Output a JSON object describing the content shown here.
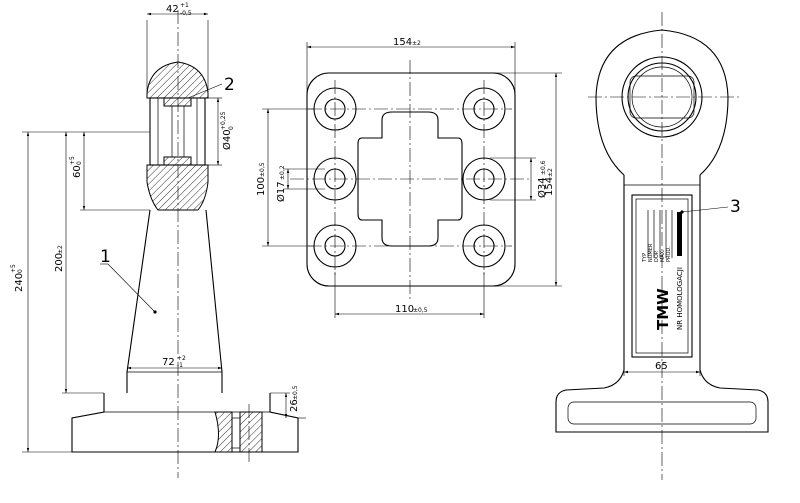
{
  "side_view": {
    "dim_top": "42",
    "dim_top_tol_upper": "+1",
    "dim_top_tol_lower": "-0,5",
    "dim_bore": "Ø40",
    "dim_bore_tol_upper": "+0,25",
    "dim_bore_tol_lower": "0",
    "dim_60": "60",
    "dim_60_tol_upper": "+5",
    "dim_60_tol_lower": "0",
    "dim_200": "200",
    "dim_200_tol": "±2",
    "dim_240": "240",
    "dim_240_tol_upper": "+5",
    "dim_240_tol_lower": "0",
    "dim_72": "72",
    "dim_72_tol_upper": "+2",
    "dim_72_tol_lower": "-1",
    "dim_26": "26",
    "dim_26_tol": "±0,5"
  },
  "plan_view": {
    "dim_width": "154",
    "dim_width_tol": "±2",
    "dim_height": "154",
    "dim_height_tol": "±2",
    "dim_100": "100",
    "dim_100_tol": "±0,5",
    "dim_110": "110",
    "dim_110_tol": "±0,5",
    "dim_hole_small": "Ø17",
    "dim_hole_small_tol": "±0,2",
    "dim_hole_large": "Ø34",
    "dim_hole_large_tol": "±0,6"
  },
  "front_view": {
    "dim_65": "65",
    "plate_brand": "TMW",
    "plate_cert": "NR HOMOLOGACJI",
    "plate_lines": [
      "TYP",
      "NUMER",
      "DOP.",
      "MAX.",
      "PROD."
    ]
  },
  "callouts": [
    "1",
    "2",
    "3"
  ]
}
